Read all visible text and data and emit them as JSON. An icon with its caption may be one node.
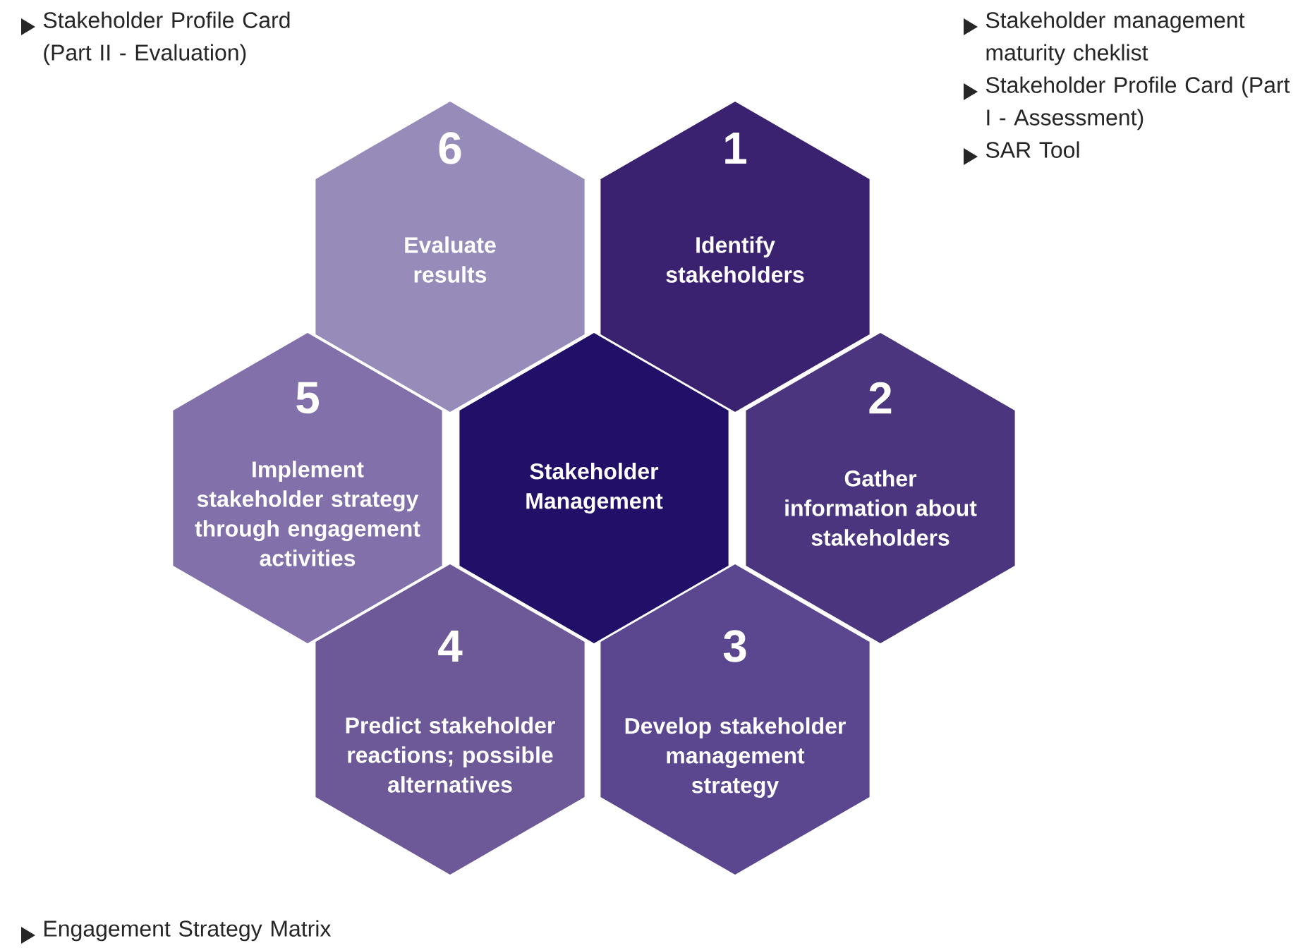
{
  "diagram": {
    "nodes": [
      {
        "text": [
          "Stakeholder Management"
        ]
      },
      {
        "text": [
          "1",
          "Identify stakeholders"
        ]
      },
      {
        "text": [
          "2",
          "Gather information about stakeholders"
        ]
      },
      {
        "text": [
          "3",
          "Develop stakeholder management strategy"
        ]
      },
      {
        "text": [
          "4",
          "Predict stakeholder reactions; possible alternatives"
        ]
      },
      {
        "text": [
          "5",
          "Implement stakeholder strategy through engagement activities"
        ]
      },
      {
        "text": [
          "6",
          "Evaluate results"
        ]
      }
    ],
    "labels": [
      "Stakeholder Profile Card (Part II - Evaluation)",
      "Stakeholder management maturity cheklist",
      "Stakeholder Profile Card (Part I - Assessment)",
      "SAR Tool",
      "Engagement Strategy Matrix"
    ]
  }
}
